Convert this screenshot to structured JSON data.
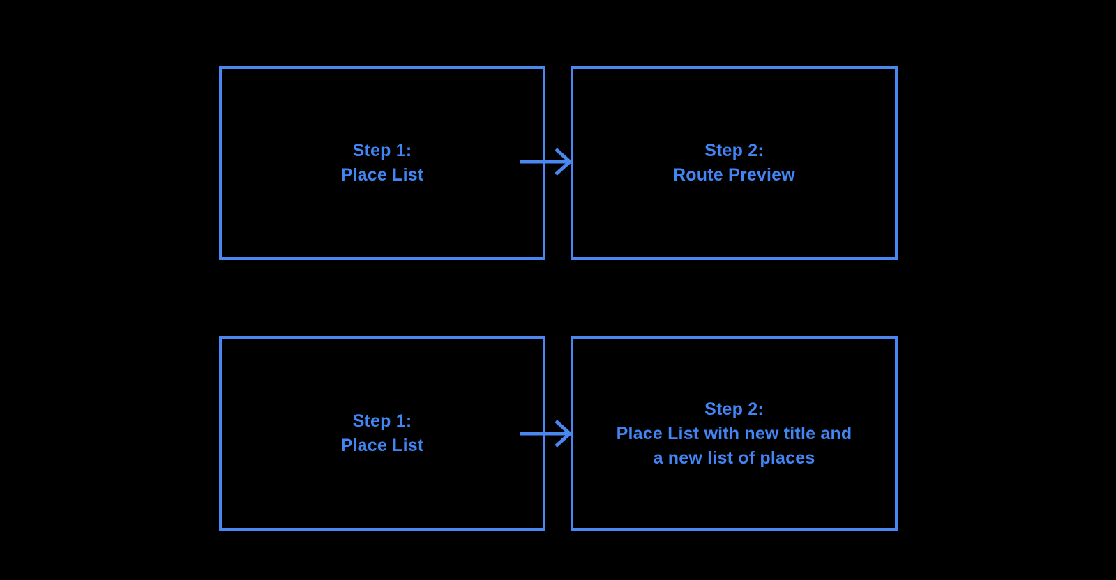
{
  "colors": {
    "background": "#000000",
    "stroke": "#4a87f0",
    "text": "#4285f4"
  },
  "diagram": {
    "boxes": [
      {
        "name": "top-left",
        "lines": [
          "Step 1:",
          "Place List"
        ]
      },
      {
        "name": "top-right",
        "lines": [
          "Step 2:",
          "Route Preview"
        ]
      },
      {
        "name": "bottom-left",
        "lines": [
          "Step 1:",
          "Place List"
        ]
      },
      {
        "name": "bottom-right",
        "lines": [
          "Step 2:",
          "Place List with new title and",
          "a new list of places"
        ]
      }
    ],
    "arrows": [
      {
        "name": "top-arrow",
        "direction": "right"
      },
      {
        "name": "bottom-arrow",
        "direction": "right"
      }
    ]
  }
}
